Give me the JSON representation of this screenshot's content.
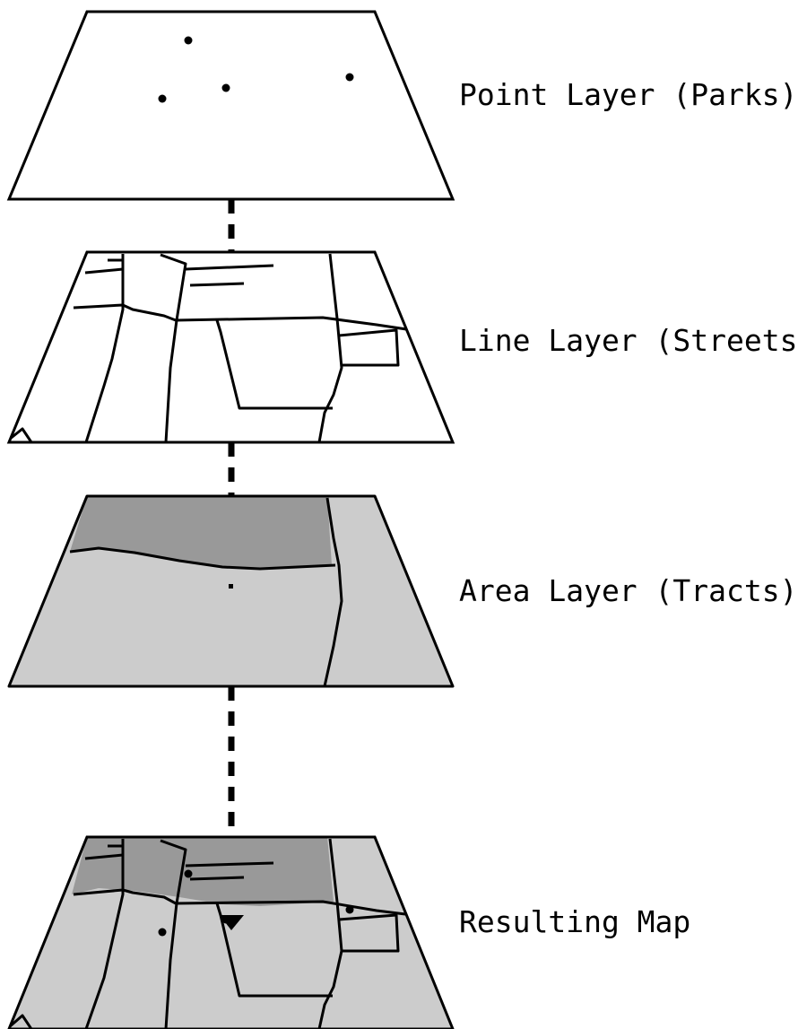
{
  "layers": [
    {
      "id": "point",
      "label": "Point Layer (Parks)"
    },
    {
      "id": "line",
      "label": "Line Layer (Streets)"
    },
    {
      "id": "area",
      "label": "Area Layer (Tracts)"
    },
    {
      "id": "result",
      "label": "Resulting Map"
    }
  ],
  "colors": {
    "outline": "#000000",
    "plane_fill": "#ffffff",
    "tract_dark": "#999999",
    "tract_light": "#cccccc"
  }
}
